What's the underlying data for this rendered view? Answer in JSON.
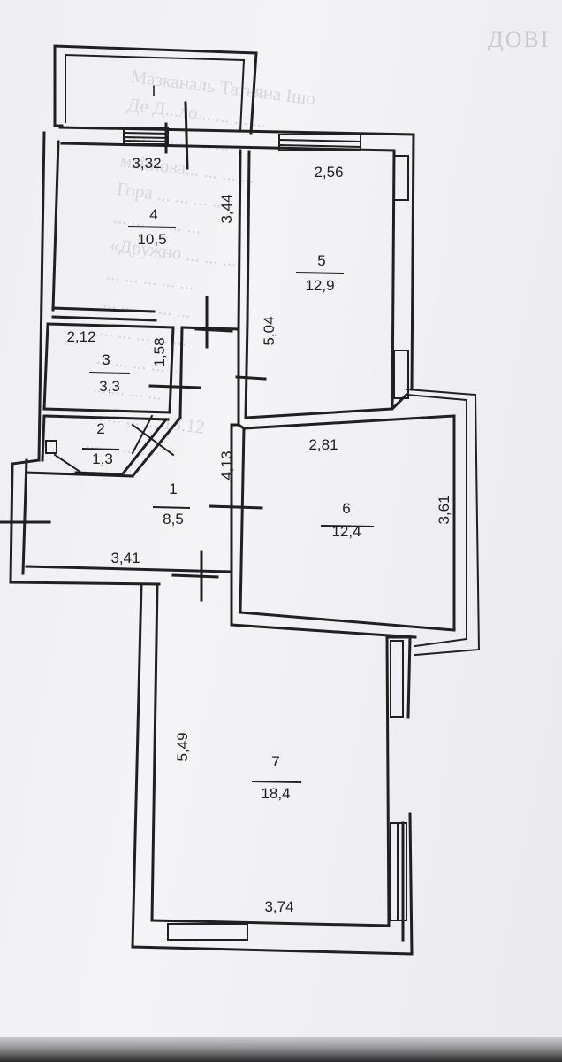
{
  "document": {
    "heading": "ДОВІ",
    "bleed_through_lines": [
      "Мазканаль Татьяна Ішо",
      "Де Д...ло... ... ... ...",
      "... ... ... ... ... ...",
      "майнова... ... ... ...",
      "Гора ... ... ... ...",
      "... ... ... ... ...",
      "«Дружно ... ... ...",
      "... ... ... ... ...",
      "... ... ... ... ...",
      "... ... ... ... ...",
      "... ... ... ... ...",
      "... ... ... ...",
      "... ... ... ... 13.12",
      "... ... ... ..."
    ]
  },
  "floor_plan": {
    "balcony": {
      "label": "І"
    },
    "rooms": [
      {
        "number": "1",
        "area": "8,5"
      },
      {
        "number": "2",
        "area": "1,3"
      },
      {
        "number": "3",
        "area": "3,3"
      },
      {
        "number": "4",
        "area": "10,5"
      },
      {
        "number": "5",
        "area": "12,9"
      },
      {
        "number": "6",
        "area": "12,4"
      },
      {
        "number": "7",
        "area": "18,4"
      }
    ],
    "dimensions": {
      "room4_width": "3,32",
      "room4_height": "3,44",
      "room5_width": "2,56",
      "room5_height": "5,04",
      "room3_width": "2,12",
      "room3_height": "1,58",
      "room1_height": "4,13",
      "room1_width": "3,41",
      "room6_width": "2,81",
      "room6_height": "3,61",
      "room7_height": "5,49",
      "room7_width": "3,74"
    }
  },
  "colors": {
    "ink": "#202020",
    "paper": "#f0f0f4",
    "bleed": "#d6d6de"
  }
}
